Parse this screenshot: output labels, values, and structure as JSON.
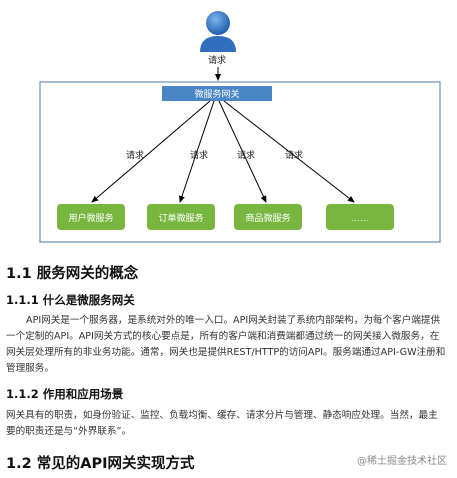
{
  "diagram": {
    "request_label": "请求",
    "gateway_label": "微服务网关",
    "branch_labels": [
      "请求",
      "请求",
      "请求",
      "请求"
    ],
    "services": [
      "用户微服务",
      "订单微服务",
      "商品微服务",
      "......"
    ],
    "colors": {
      "gateway_fill": "#4a86c6",
      "service_fill": "#78b63f",
      "panel_border": "#6a8fb5",
      "user_icon": "#2f6fbd"
    }
  },
  "sections": {
    "s1_title": "1.1 服务网关的概念",
    "s1_1_title": "1.1.1 什么是微服务网关",
    "s1_1_lines": [
      "API网关是一个服务器，是系统对外的唯一入口。API网关封装了系统内部架构，为每个客户端提供",
      "一个定制的API。API网关方式的核心要点是，所有的客户端和消费端都通过统一的网关接入微服务，在",
      "网关层处理所有的非业务功能。通常，网关也是提供REST/HTTP的访问API。服务端通过API-GW注册和",
      "管理服务。"
    ],
    "s1_2_title": "1.1.2 作用和应用场景",
    "s1_2_lines": [
      "网关具有的职责，如身份验证、监控、负载均衡、缓存、请求分片与管理、静态响应处理。当然，最主",
      "要的职责还是与“外界联系”。"
    ],
    "s2_title": "1.2 常见的API网关实现方式"
  },
  "watermark": "@稀土掘金技术社区"
}
